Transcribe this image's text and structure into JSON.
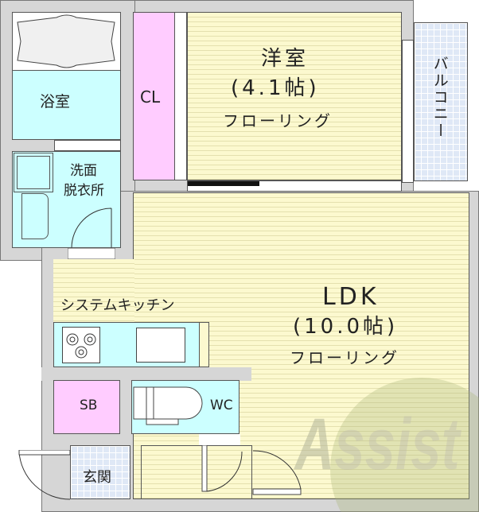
{
  "rooms": {
    "western": {
      "name": "洋室",
      "size": "(4.1帖)",
      "floor": "フローリング"
    },
    "ldk": {
      "name": "LDK",
      "size": "(10.0帖)",
      "floor": "フローリング"
    },
    "bath": {
      "name": "浴室"
    },
    "washroom": {
      "name_line1": "洗面",
      "name_line2": "脱衣所"
    },
    "closet": {
      "name": "CL"
    },
    "balcony": {
      "name": "バルコニー"
    },
    "kitchen": {
      "name": "システムキッチン"
    },
    "shoebox": {
      "name": "SB"
    },
    "toilet": {
      "name": "WC"
    },
    "entrance": {
      "name": "玄関"
    }
  },
  "watermark": {
    "text": "Assist",
    "color": "#8aa05a"
  },
  "colors": {
    "floor": "#fcf9cf",
    "wet": "#ccffff",
    "storage": "#ffccff",
    "tile": "#dfe8f6",
    "wall": "#d6d6d6"
  }
}
